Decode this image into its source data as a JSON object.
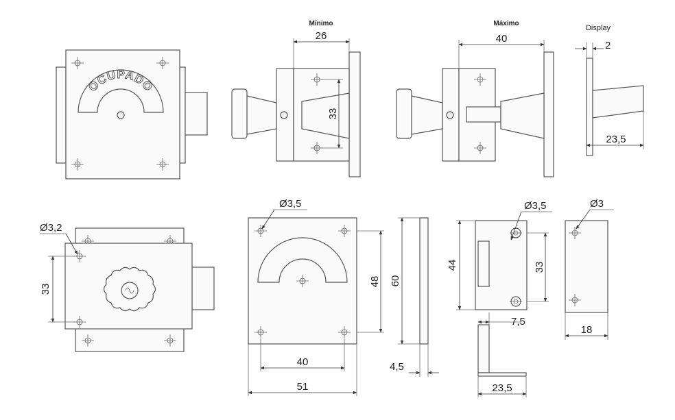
{
  "labels": {
    "minimo": "Mínimo",
    "maximo": "Máximo",
    "display": "Display",
    "stamp": "OCUPADO"
  },
  "dims": {
    "d26": "26",
    "d40_top": "40",
    "d2": "2",
    "d33_side": "33",
    "d23_5_display": "23,5",
    "phi3_2": "Ø3,2",
    "d33_front": "33",
    "phi3_5_plate": "Ø3,5",
    "d48": "48",
    "d60": "60",
    "d40_plate": "40",
    "d51": "51",
    "d4_5": "4,5",
    "phi3_5_keeper": "Ø3,5",
    "d44": "44",
    "d33_keeper": "33",
    "d7_5": "7,5",
    "d23_5_keeper": "23,5",
    "phi3": "Ø3",
    "d18": "18"
  }
}
